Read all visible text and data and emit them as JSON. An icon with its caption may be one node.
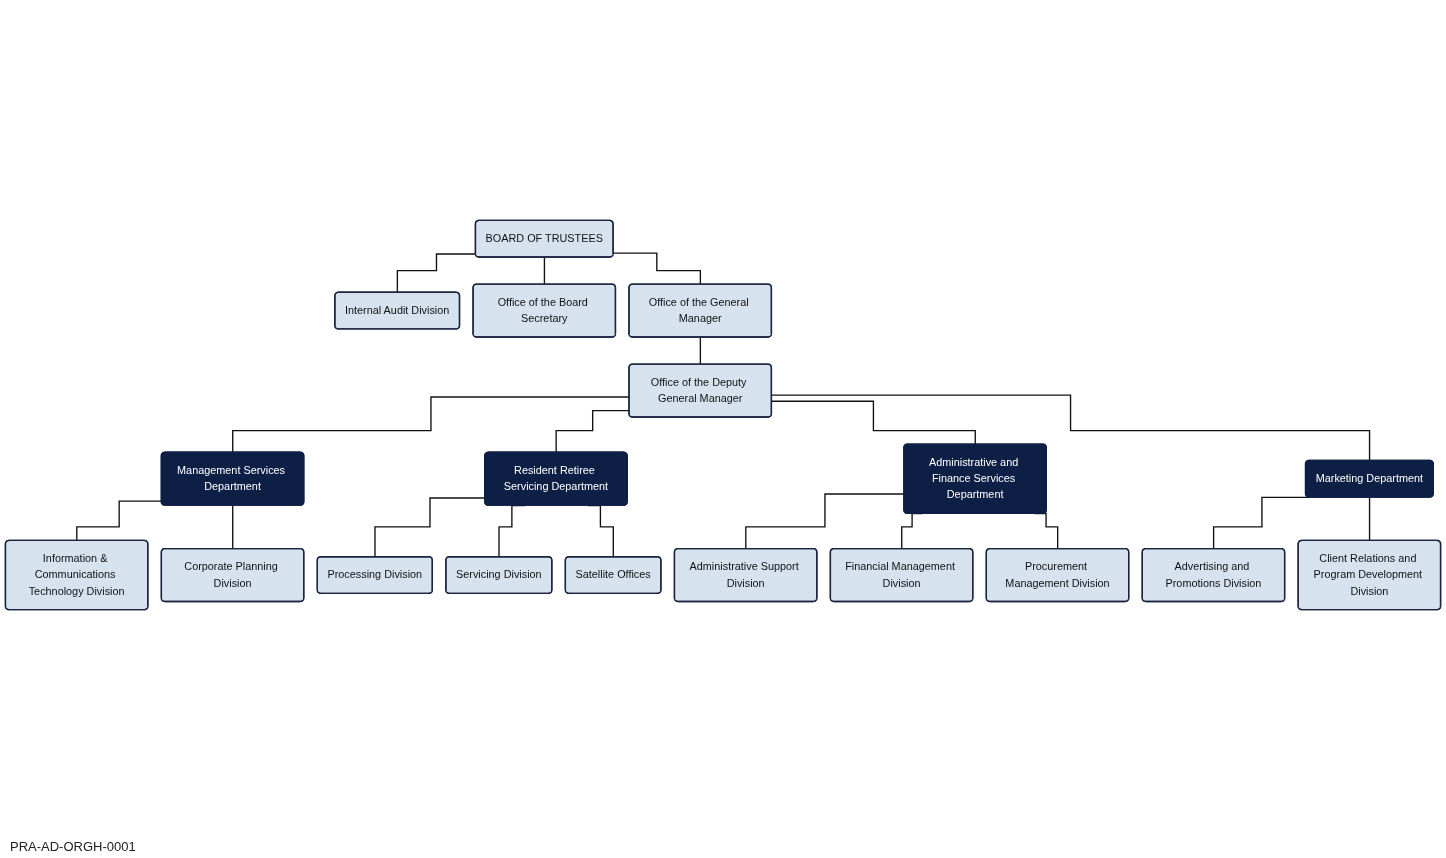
{
  "diagram": {
    "nodes": [
      {
        "text": [
          "BOARD OF TRUSTEES"
        ]
      },
      {
        "text": [
          "Internal Audit Division"
        ]
      },
      {
        "text": [
          "Office of the Board Secretary"
        ]
      },
      {
        "text": [
          "Office of the General Manager"
        ]
      },
      {
        "text": [
          "Office of the Deputy General Manager"
        ]
      },
      {
        "text": [
          "Management Services Department"
        ]
      },
      {
        "text": [
          "Resident Retiree Servicing Department"
        ]
      },
      {
        "text": [
          "Administrative and Finance Services Department"
        ]
      },
      {
        "text": [
          "Marketing Department"
        ]
      },
      {
        "text": [
          "Information & Communications Technology Division"
        ]
      },
      {
        "text": [
          "Corporate Planning Division"
        ]
      },
      {
        "text": [
          "Processing Division"
        ]
      },
      {
        "text": [
          "Servicing Division"
        ]
      },
      {
        "text": [
          "Satellite Offices"
        ]
      },
      {
        "text": [
          "Administrative Support Division"
        ]
      },
      {
        "text": [
          "Financial Management Division"
        ]
      },
      {
        "text": [
          "Procurement Management Division"
        ]
      },
      {
        "text": [
          "Advertising and Promotions Division"
        ]
      },
      {
        "text": [
          "Client Relations and Program Development Division"
        ]
      }
    ],
    "edges": [
      {
        "from": 0,
        "to": 1,
        "arrow": "none"
      },
      {
        "from": 0,
        "to": 2,
        "arrow": "none"
      },
      {
        "from": 0,
        "to": 3,
        "arrow": "none"
      },
      {
        "from": 3,
        "to": 4,
        "arrow": "none"
      },
      {
        "from": 4,
        "to": 5,
        "arrow": "none"
      },
      {
        "from": 4,
        "to": 6,
        "arrow": "none"
      },
      {
        "from": 4,
        "to": 7,
        "arrow": "none"
      },
      {
        "from": 4,
        "to": 8,
        "arrow": "none"
      },
      {
        "from": 5,
        "to": 9,
        "arrow": "none"
      },
      {
        "from": 5,
        "to": 10,
        "arrow": "none"
      },
      {
        "from": 6,
        "to": 11,
        "arrow": "none"
      },
      {
        "from": 6,
        "to": 12,
        "arrow": "none"
      },
      {
        "from": 6,
        "to": 13,
        "arrow": "none"
      },
      {
        "from": 7,
        "to": 14,
        "arrow": "none"
      },
      {
        "from": 7,
        "to": 15,
        "arrow": "none"
      },
      {
        "from": 7,
        "to": 16,
        "arrow": "none"
      },
      {
        "from": 8,
        "to": 17,
        "arrow": "none"
      },
      {
        "from": 8,
        "to": 18,
        "arrow": "none"
      }
    ],
    "labels": [
      "PRA-AD-ORGH-0001"
    ]
  }
}
